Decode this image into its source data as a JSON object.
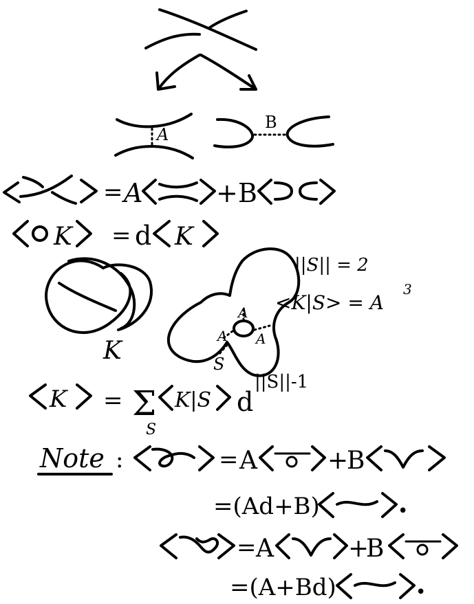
{
  "labels": {
    "splice_a": "A",
    "splice_b": "B",
    "knot": "K",
    "state": "S",
    "state_a1": "A",
    "state_a2": "A",
    "state_a3": "A",
    "state_norm": "||S|| = 2",
    "state_bracket": "<K|S> = A",
    "state_bracket_exp": "3"
  },
  "equations": {
    "skein": {
      "eq": "=",
      "coef_a": "A",
      "plus": "+",
      "coef_b": "B"
    },
    "loop": {
      "k": "K",
      "eq": "=",
      "coef": "d"
    },
    "state_sum": {
      "lhs": "K",
      "eq": "=",
      "sum": "Σ",
      "sub": "S",
      "mid": "K|S",
      "d": "d",
      "exp": "||S||-1"
    }
  },
  "note": {
    "heading": "Note",
    "colon": ":",
    "line1": {
      "eq": "=",
      "coef_a": "A",
      "plus": "+",
      "coef_b": "B"
    },
    "line2": {
      "text": "=(Ad+B)",
      "dot": "•"
    },
    "line3": {
      "eq": "=",
      "coef_a": "A",
      "plus": "+",
      "coef_b": "B"
    },
    "line4": {
      "text": "=(A+Bd)",
      "dot": "•"
    }
  }
}
